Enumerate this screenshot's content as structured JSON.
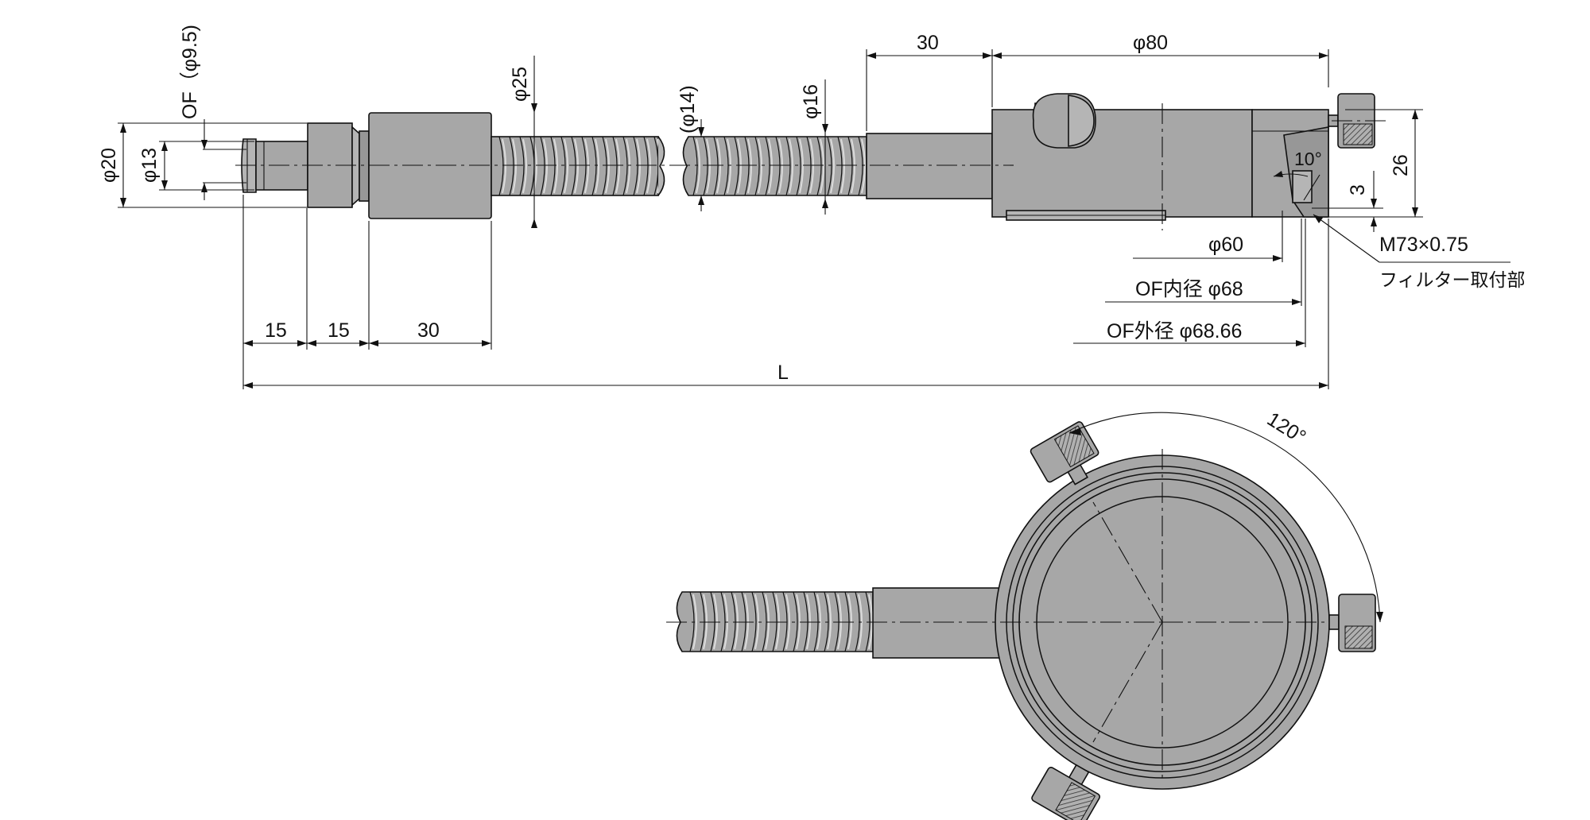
{
  "labels": {
    "of_core": "OF（φ9.5)",
    "d20": "φ20",
    "d13": "φ13",
    "d25": "φ25",
    "d14": "(φ14)",
    "d16": "φ16",
    "top30": "30",
    "d80": "φ80",
    "angle10": "10°",
    "h3": "3",
    "h26": "26",
    "thread": "M73×0.75",
    "filter_mount": "フィルター取付部",
    "d60": "φ60",
    "of_inner": "OF内径 φ68",
    "of_outer": "OF外径 φ68.66",
    "len15a": "15",
    "len15b": "15",
    "len30": "30",
    "total_L": "L",
    "angle120": "120°"
  }
}
